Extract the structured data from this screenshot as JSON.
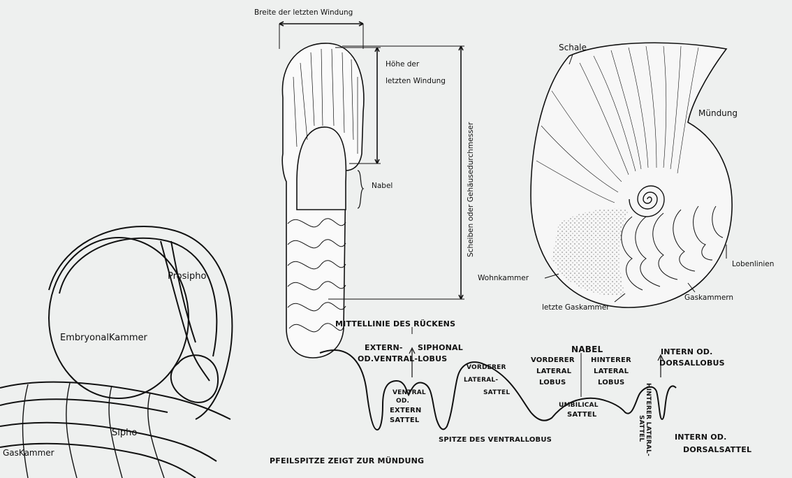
{
  "figure_dims": {
    "breite": "Breite der letzten Windung",
    "hoehe_line1": "Höhe der",
    "hoehe_line2": "letzten Windung",
    "nabel": "Nabel",
    "durchmesser": "Scheiben oder Gehäusedurchmesser"
  },
  "shell_labels": {
    "schale": "Schale",
    "muendung": "Mündung",
    "lobenlinien": "Lobenlinien",
    "wohnkammer": "Wohnkammer",
    "gaskammern": "Gaskammern",
    "letzte_gaskammer": "letzte Gaskammer"
  },
  "embryo_labels": {
    "prosipho": "Prosipho",
    "embryonal": "EmbryonalKammer",
    "sipho": "Sipho",
    "gaskammer": "GasKammer"
  },
  "suture_labels": {
    "mittellinie": "MITTELLINIE DES RÜCKENS",
    "extern1": "EXTERN-",
    "extern2": "SIPHONAL",
    "extern3": "OD.VENTRAL-LOBUS",
    "ventral1": "VENTRAL",
    "ventral2": "OD.",
    "ventral3": "EXTERN",
    "ventral4": "SATTEL",
    "vorderer_sattel1": "VORDERER",
    "vorderer_sattel2": "LATERAL-",
    "vorderer_sattel3": "SATTEL",
    "nabel": "NABEL",
    "vorderer_lobus1": "VORDERER",
    "vorderer_lobus2": "LATERAL",
    "vorderer_lobus3": "LOBUS",
    "hinterer_lobus1": "HINTERER",
    "hinterer_lobus2": "LATERAL",
    "hinterer_lobus3": "LOBUS",
    "umbilical1": "UMBILICAL",
    "umbilical2": "SATTEL",
    "intern_lobus1": "INTERN OD.",
    "intern_lobus2": "DORSALLOBUS",
    "hinterer_sattel": "HINTERER LATERAL-",
    "hinterer_sattel2": "SATTEL",
    "intern_sattel1": "INTERN OD.",
    "intern_sattel2": "DORSALSATTEL",
    "spitze": "SPITZE DES VENTRALLOBUS",
    "pfeilspitze": "PFEILSPITZE ZEIGT ZUR MÜNDUNG"
  }
}
